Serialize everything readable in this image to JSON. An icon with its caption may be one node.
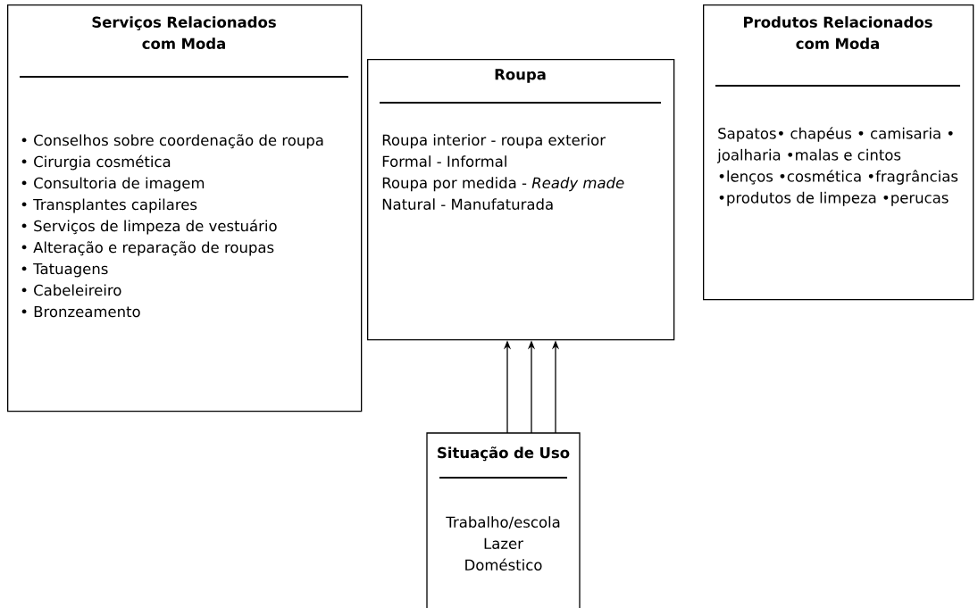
{
  "diagram": {
    "nodes": [
      {
        "text": [
          "Serviços Relacionados com Moda",
          "• Conselhos sobre coordenação de roupa",
          "• Cirurgia cosmética",
          "• Consultoria de imagem",
          "• Transplantes capilares",
          "• Serviços de limpeza de vestuário",
          "• Alteração e reparação de roupas",
          "• Tatuagens",
          "• Cabeleireiro",
          "• Bronzeamento"
        ]
      },
      {
        "text": [
          "Roupa",
          "Roupa interior - roupa exterior",
          "Formal - Informal",
          "Roupa por medida - *Ready made*",
          "Natural - Manufaturada"
        ]
      },
      {
        "text": [
          "Produtos Relacionados com Moda",
          "Sapatos• chapéus • camisaria • joalharia •malas e cintos •lenços •cosmética •fragrâncias •produtos de limpeza •perucas"
        ]
      },
      {
        "text": [
          "Situação de Uso",
          "Trabalho/escola",
          "Lazer",
          "Doméstico"
        ]
      }
    ],
    "edges": [
      {
        "from": 3,
        "to": 1,
        "arrow": "to"
      },
      {
        "from": 3,
        "to": 1,
        "arrow": "to"
      },
      {
        "from": 3,
        "to": 1,
        "arrow": "to"
      }
    ]
  }
}
